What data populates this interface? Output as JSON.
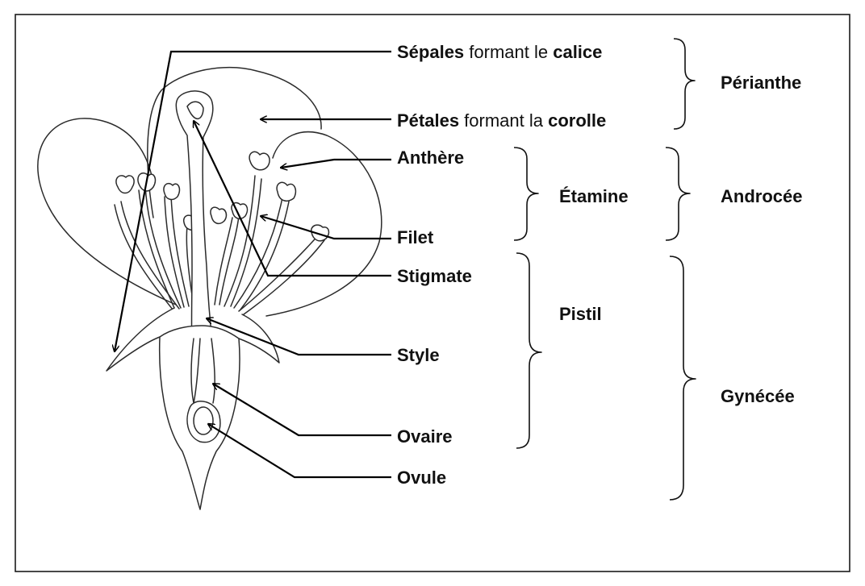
{
  "labels": {
    "sepales_bold": "Sépales",
    "sepales_mid": " formant le ",
    "sepales_end": "calice",
    "petales_bold": "Pétales",
    "petales_mid": " formant la ",
    "petales_end": "corolle",
    "anthere": "Anthère",
    "filet": "Filet",
    "stigmate": "Stigmate",
    "style": "Style",
    "ovaire": "Ovaire",
    "ovule": "Ovule"
  },
  "groups": {
    "perianthe": "Périanthe",
    "etamine": "Étamine",
    "androcee": "Androcée",
    "pistil": "Pistil",
    "gynecee": "Gynécée"
  }
}
